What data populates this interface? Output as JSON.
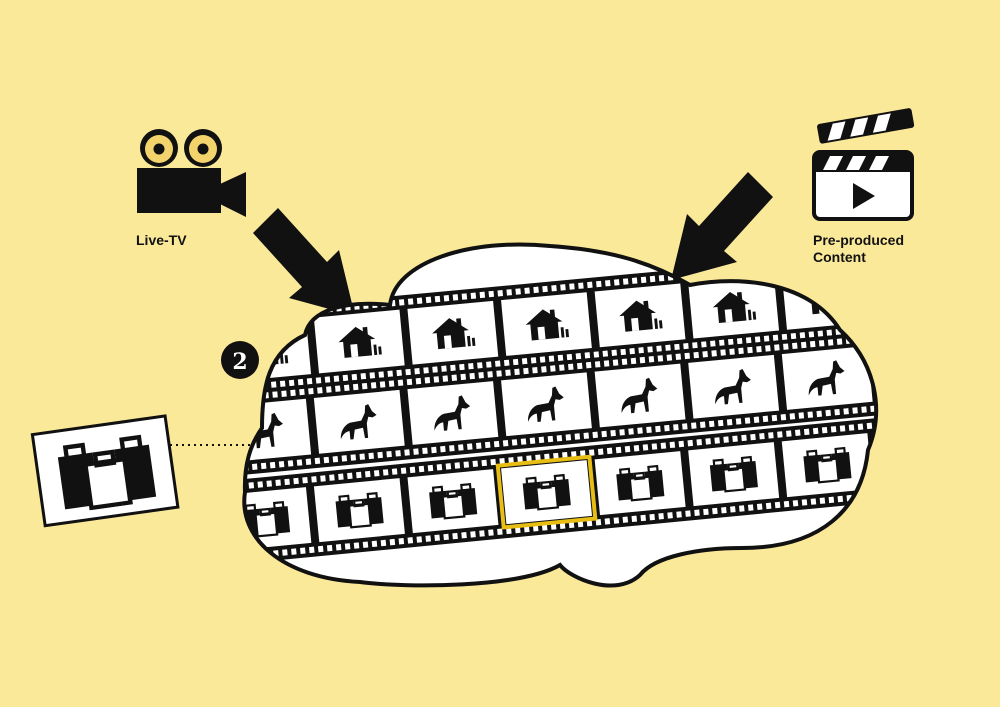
{
  "sources": {
    "live_tv_label": "Live-TV",
    "preproduced_label_line1": "Pre-produced",
    "preproduced_label_line2": "Content"
  },
  "step_badge": "2",
  "rows": [
    {
      "icon": "house-icon",
      "frames": 7
    },
    {
      "icon": "fox-icon",
      "frames": 7
    },
    {
      "icon": "luggage-icon",
      "frames": 6
    }
  ],
  "highlighted_frame": {
    "row": 3,
    "frame": 3
  },
  "colors": {
    "background": "#FBE99A",
    "ink": "#111111",
    "cloud_fill": "#FFFFFF",
    "highlight": "#E8BE14"
  }
}
